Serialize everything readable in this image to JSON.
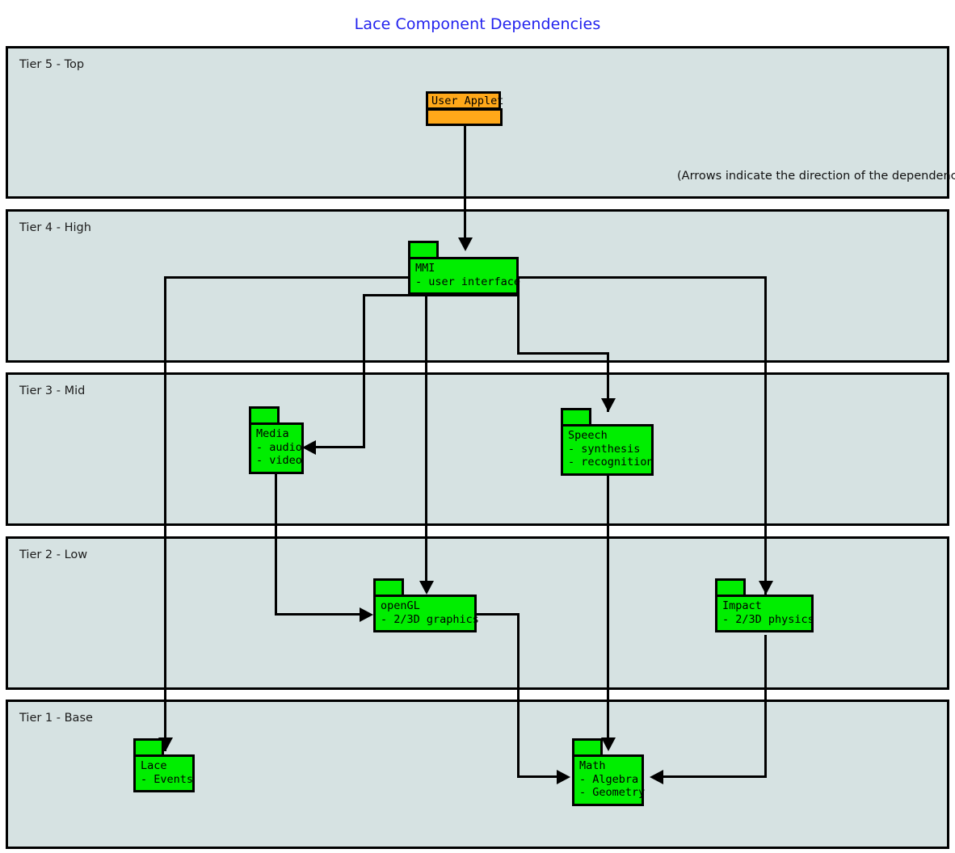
{
  "title": "Lace Component Dependencies",
  "note": "(Arrows indicate the direction of the dependency)",
  "colors": {
    "title": "#2222ee",
    "tier_fill": "#d6e2e2",
    "package_fill": "#00ee00",
    "applet_fill": "#ffa819",
    "stroke": "#000000"
  },
  "tiers": [
    {
      "label": "Tier 5 - Top"
    },
    {
      "label": "Tier 4 - High"
    },
    {
      "label": "Tier 3 - Mid"
    },
    {
      "label": "Tier 2 - Low"
    },
    {
      "label": "Tier 1 - Base"
    }
  ],
  "applet": {
    "name": "User Applet"
  },
  "packages": [
    {
      "name": "MMI",
      "lines": [
        "MMI",
        "- user interface"
      ]
    },
    {
      "name": "Media",
      "lines": [
        "Media",
        "- audio",
        "- video"
      ]
    },
    {
      "name": "Speech",
      "lines": [
        "Speech",
        "- synthesis",
        "- recognition"
      ]
    },
    {
      "name": "openGL",
      "lines": [
        "openGL",
        "- 2/3D graphics"
      ]
    },
    {
      "name": "Impact",
      "lines": [
        "Impact",
        "- 2/3D physics"
      ]
    },
    {
      "name": "Lace",
      "lines": [
        "Lace",
        "- Events"
      ]
    },
    {
      "name": "Math",
      "lines": [
        "Math",
        "- Algebra",
        "- Geometry"
      ]
    }
  ],
  "dependencies": [
    {
      "from": "User Applet",
      "to": "MMI"
    },
    {
      "from": "MMI",
      "to": "Media"
    },
    {
      "from": "MMI",
      "to": "Speech"
    },
    {
      "from": "MMI",
      "to": "openGL"
    },
    {
      "from": "MMI",
      "to": "Impact"
    },
    {
      "from": "MMI",
      "to": "Lace"
    },
    {
      "from": "Media",
      "to": "openGL"
    },
    {
      "from": "Speech",
      "to": "Math"
    },
    {
      "from": "openGL",
      "to": "Math"
    },
    {
      "from": "Impact",
      "to": "Math"
    }
  ]
}
